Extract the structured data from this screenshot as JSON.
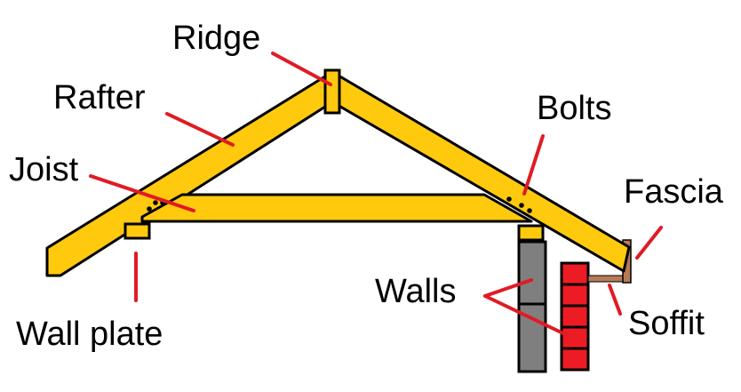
{
  "labels": {
    "ridge": "Ridge",
    "rafter": "Rafter",
    "joist": "Joist",
    "wall_plate": "Wall plate",
    "bolts": "Bolts",
    "fascia": "Fascia",
    "walls": "Walls",
    "soffit": "Soffit"
  },
  "colors": {
    "timber": "#ffc90e",
    "outline": "#000000",
    "leader": "#e01b24",
    "block_wall": "#7f7f7f",
    "brick_wall": "#ed1c24",
    "fascia_soffit": "#b97a57"
  }
}
